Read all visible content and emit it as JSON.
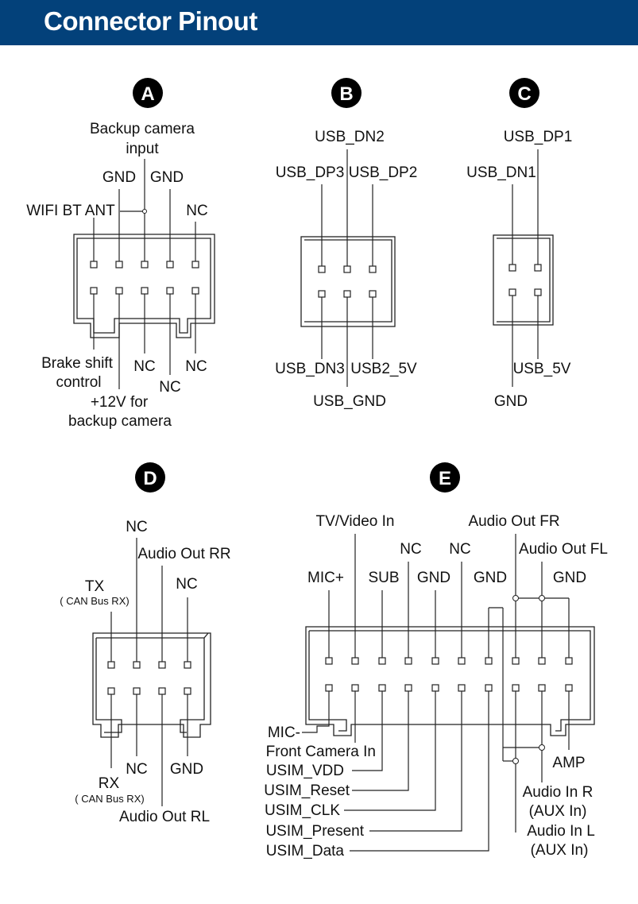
{
  "title": "Connector Pinout",
  "colors": {
    "header": "#03417a",
    "badge": "#000000",
    "line": "#222222"
  },
  "connectors": {
    "A": {
      "badge": "A",
      "labels": {
        "backup_camera_input_1": "Backup camera",
        "backup_camera_input_2": "input",
        "gnd_1": "GND",
        "gnd_2": "GND",
        "wifi_bt_ant": "WIFI BT ANT",
        "nc_top": "NC",
        "brake_shift_1": "Brake shift",
        "brake_shift_2": "control",
        "plus12v_1": "+12V for",
        "plus12v_2": "backup camera",
        "nc_1": "NC",
        "nc_2": "NC",
        "nc_3": "NC"
      }
    },
    "B": {
      "badge": "B",
      "labels": {
        "usb_dn2": "USB_DN2",
        "usb_dp3": "USB_DP3",
        "usb_dp2": "USB_DP2",
        "usb_dn3": "USB_DN3",
        "usb2_5v": "USB2_5V",
        "usb_gnd": "USB_GND"
      }
    },
    "C": {
      "badge": "C",
      "labels": {
        "usb_dp1": "USB_DP1",
        "usb_dn1": "USB_DN1",
        "usb_5v": "USB_5V",
        "gnd": "GND"
      }
    },
    "D": {
      "badge": "D",
      "labels": {
        "nc_top": "NC",
        "audio_out_rr": "Audio Out RR",
        "tx": "TX",
        "tx_sub": "( CAN Bus RX)",
        "nc_right": "NC",
        "rx": "RX",
        "rx_sub": "( CAN Bus RX)",
        "nc_bottom": "NC",
        "gnd": "GND",
        "audio_out_rl": "Audio Out RL"
      }
    },
    "E": {
      "badge": "E",
      "labels": {
        "tv_video_in": "TV/Video In",
        "audio_out_fr": "Audio Out FR",
        "nc_1": "NC",
        "nc_2": "NC",
        "audio_out_fl": "Audio Out FL",
        "mic_plus": "MIC+",
        "sub": "SUB",
        "gnd_1": "GND",
        "gnd_2": "GND",
        "gnd_3": "GND",
        "mic_minus": "MIC-",
        "front_camera_in": "Front Camera In",
        "usim_vdd": "USIM_VDD",
        "usim_reset": "USIM_Reset",
        "usim_clk": "USIM_CLK",
        "usim_present": "USIM_Present",
        "usim_data": "USIM_Data",
        "amp": "AMP",
        "audio_in_r_1": "Audio In R",
        "audio_in_r_2": "(AUX In)",
        "audio_in_l_1": "Audio In L",
        "audio_in_l_2": "(AUX In)"
      }
    }
  }
}
